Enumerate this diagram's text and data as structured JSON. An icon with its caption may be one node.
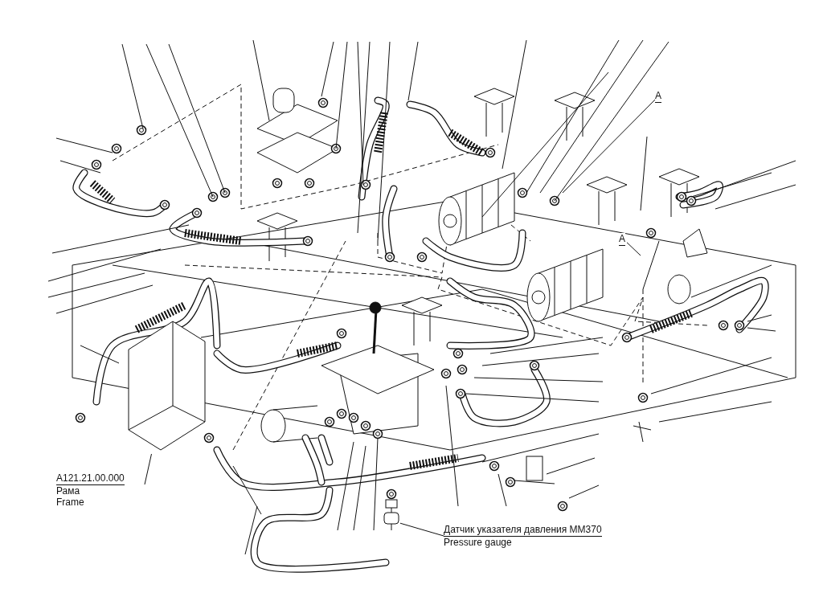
{
  "diagram": {
    "nodes": [
      {
        "text": [
          "A121.21.00.000",
          "Рама",
          "Frame"
        ]
      },
      {
        "text": [],
        "shape": "picture"
      },
      {
        "text": [
          "Датчик указателя давления ММ370",
          "Pressure gauge"
        ]
      },
      {
        "text": [],
        "shape": "picture"
      },
      {
        "text": [
          "A"
        ]
      },
      {
        "text": [
          "A"
        ]
      }
    ],
    "edges": [
      {
        "from": 0,
        "to": 1,
        "arrow": "none"
      },
      {
        "from": 2,
        "to": 3,
        "arrow": "none"
      },
      {
        "from": 4,
        "to": null,
        "arrow": "none"
      },
      {
        "from": 5,
        "to": null,
        "arrow": "none"
      }
    ]
  }
}
